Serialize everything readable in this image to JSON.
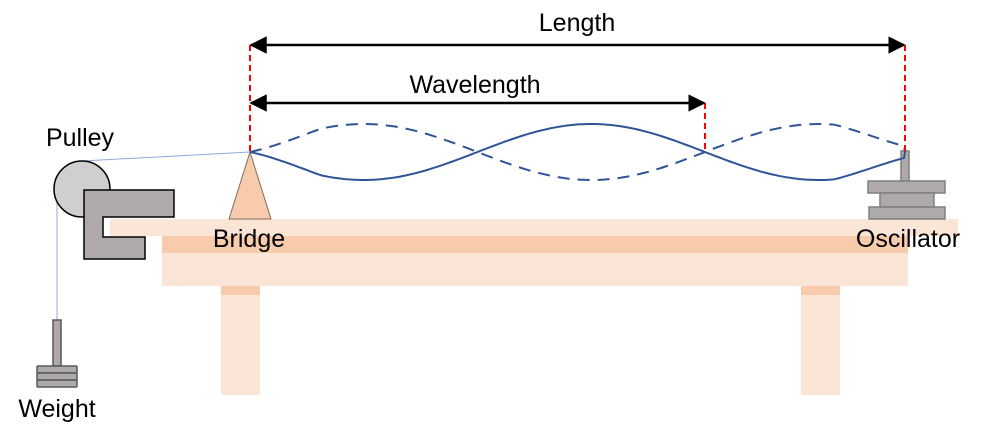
{
  "labels": {
    "length": "Length",
    "wavelength": "Wavelength",
    "pulley": "Pulley",
    "bridge": "Bridge",
    "oscillator": "Oscillator",
    "weight": "Weight"
  },
  "colors": {
    "wave": "#2f5597",
    "marker": "#ff0000",
    "table_light": "#fbe5d6",
    "table_dark": "#f8cbad",
    "metal": "#aeaaaa",
    "pulley": "#d0cece",
    "string": "#8faadc"
  }
}
